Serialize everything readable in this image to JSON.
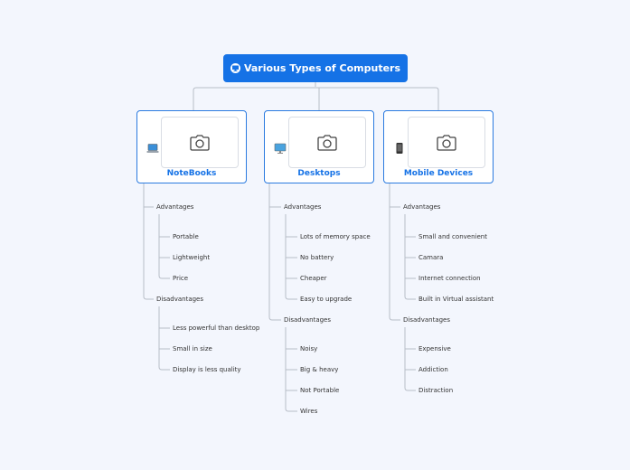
{
  "root": {
    "title": "Various Types of Computers",
    "icon": "computer-emoji-icon"
  },
  "colors": {
    "accent": "#1572e6",
    "line": "#b7bdc7",
    "background": "#f3f6fd"
  },
  "branches": [
    {
      "label": "NoteBooks",
      "icon": "laptop-icon",
      "advantages_label": "Advantages",
      "advantages": [
        "Portable",
        "Lightweight",
        "Price"
      ],
      "disadvantages_label": "Disadvantages",
      "disadvantages": [
        "Less powerful than desktop",
        "Small in size",
        "Display is less quality"
      ]
    },
    {
      "label": "Desktops",
      "icon": "desktop-icon",
      "advantages_label": "Advantages",
      "advantages": [
        "Lots of memory space",
        "No battery",
        "Cheaper",
        "Easy to upgrade"
      ],
      "disadvantages_label": "Disadvantages",
      "disadvantages": [
        "Noisy",
        "Big & heavy",
        "Not Portable",
        "Wires"
      ]
    },
    {
      "label": "Mobile Devices",
      "icon": "mobile-phone-icon",
      "advantages_label": "Advantages",
      "advantages": [
        "Small and convenient",
        "Camara",
        "Internet connection",
        "Built in Virtual assistant"
      ],
      "disadvantages_label": "Disadvantages",
      "disadvantages": [
        "Expensive",
        "Addiction",
        "Distraction"
      ]
    }
  ]
}
